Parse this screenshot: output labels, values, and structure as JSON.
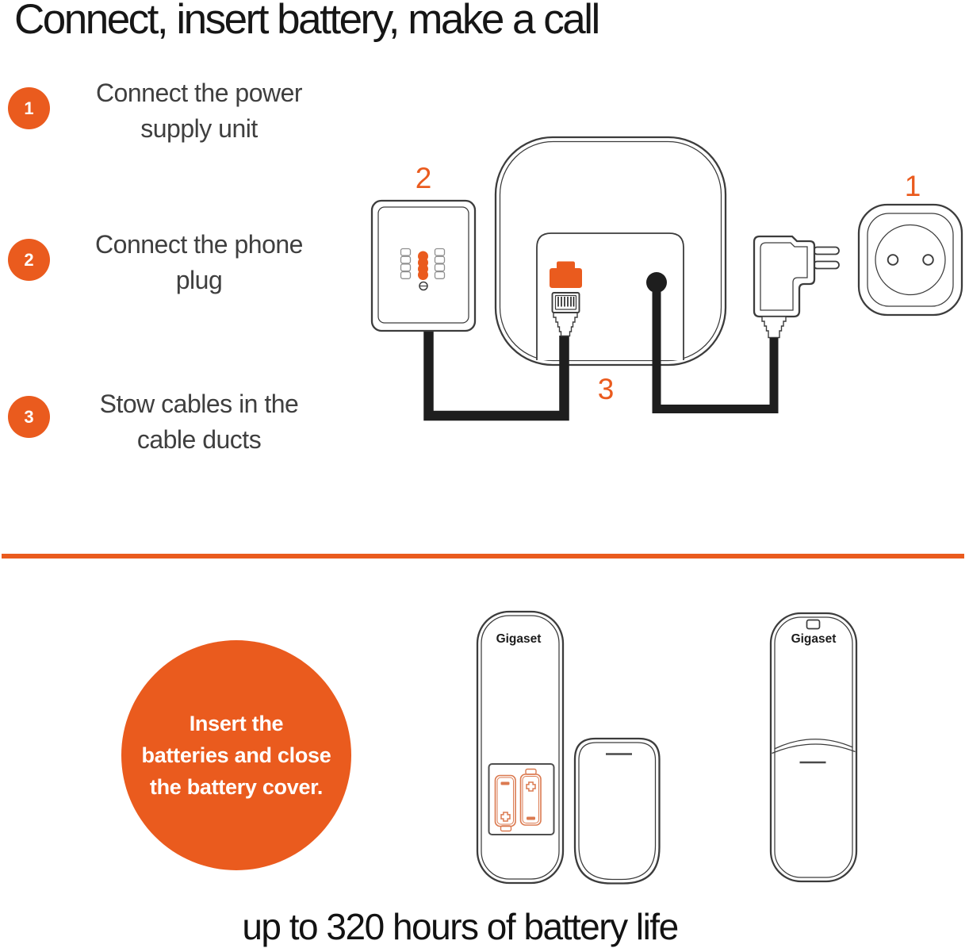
{
  "colors": {
    "accent": "#EA5B1E",
    "battery_outline": "#DB7A50",
    "line_art": "#3C3C3C",
    "cable": "#1E1E1E"
  },
  "title": "Connect, insert battery, make a call",
  "steps": [
    {
      "number": "1",
      "label": "Connect the power supply unit"
    },
    {
      "number": "2",
      "label": "Connect the phone plug"
    },
    {
      "number": "3",
      "label": "Stow cables in the cable ducts"
    }
  ],
  "diagram": {
    "phone_socket_label": "2",
    "power_outlet_label": "1",
    "cable_duct_label": "3"
  },
  "battery_section": {
    "instruction_lines": [
      "Insert the",
      "batteries and close",
      "the battery cover."
    ],
    "handset_brand": "Gigaset",
    "caption": "up to 320 hours of battery life"
  }
}
